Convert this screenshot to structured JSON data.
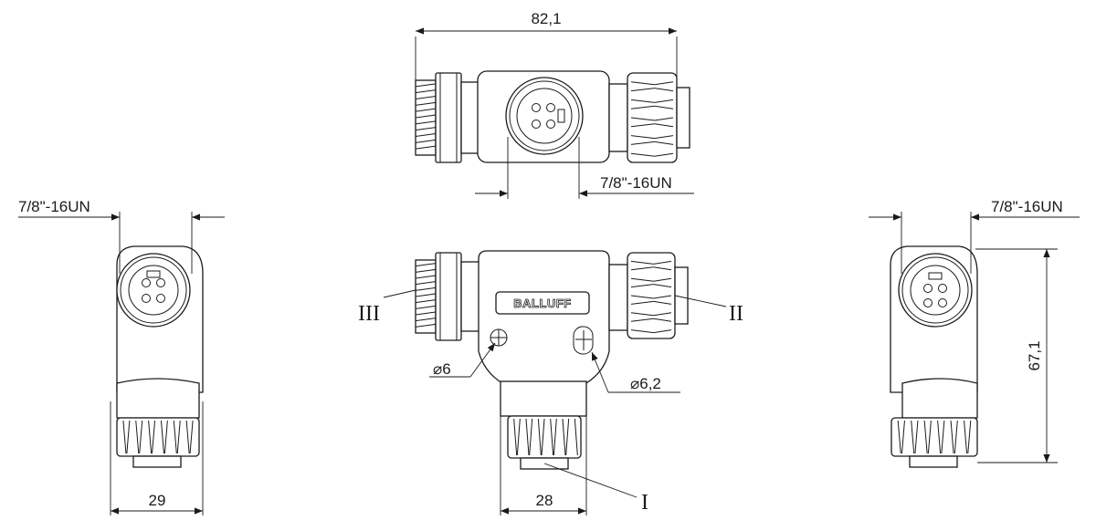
{
  "dimensions": {
    "top_width": "82,1",
    "top_thread": "7/8\"-16UN",
    "left_thread": "7/8\"-16UN",
    "right_thread": "7/8\"-16UN",
    "left_width": "29",
    "bottom_width": "28",
    "right_height": "67,1",
    "hole_left": "6",
    "hole_right": "6,2"
  },
  "ports": {
    "port_1": "I",
    "port_2": "II",
    "port_3": "III"
  },
  "brand": "BALLUFF",
  "symbols": {
    "diameter": "diameter-symbol"
  },
  "colors": {
    "line": "#1a1a1a",
    "background": "#ffffff"
  }
}
